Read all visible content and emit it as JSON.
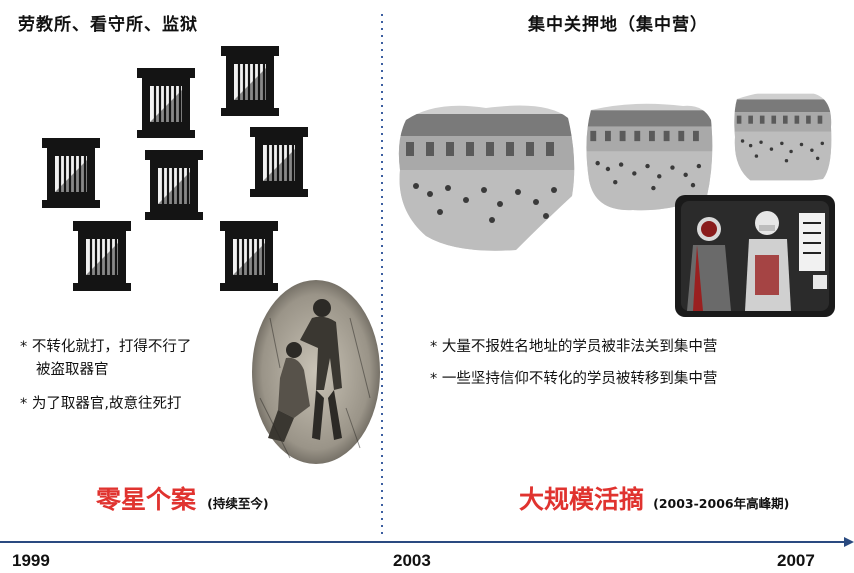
{
  "left": {
    "heading": "劳教所、看守所、监狱",
    "bullets": [
      "不转化就打，打得不行了",
      "被盗取器官",
      "为了取器官,故意往死打"
    ],
    "red_title": "零星个案",
    "note": "(持续至今)"
  },
  "right": {
    "heading": "集中关押地（集中营）",
    "bullets": [
      "大量不报姓名地址的学员被非法关到集中营",
      "一些坚持信仰不转化的学员被转移到集中营"
    ],
    "red_title": "大规模活摘",
    "note": "(2003-2006年高峰期)"
  },
  "timeline": {
    "years": [
      "1999",
      "2003",
      "2007"
    ],
    "color": "#2a4a80"
  },
  "colors": {
    "accent_red": "#e0332f",
    "divider": "#3c5fa0"
  },
  "icons": [
    "prison-cell-icon",
    "camp-photo",
    "beating-illustration",
    "organ-harvest-cartoon"
  ]
}
